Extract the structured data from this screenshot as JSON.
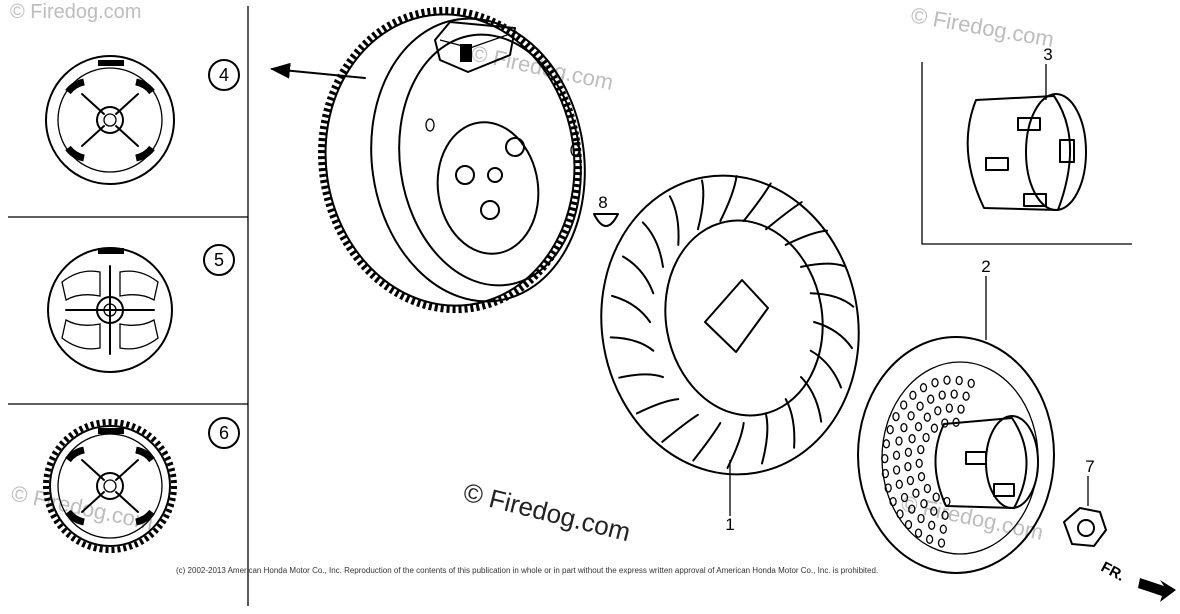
{
  "diagram": {
    "watermark_text": "© Firedog.com",
    "center_watermark": "© Firedog.com",
    "copyright": "(c) 2002-2013 American Honda Motor Co., Inc. Reproduction of the contents of this publication in whole or in part without the express written approval of American Honda Motor Co., Inc. is prohibited.",
    "direction_label": "FR.",
    "variant_labels": [
      "4",
      "5",
      "6"
    ],
    "part_labels": {
      "flywheel_fan": "1",
      "pulley": "2",
      "cup": "3",
      "nut": "7",
      "key": "8"
    }
  }
}
